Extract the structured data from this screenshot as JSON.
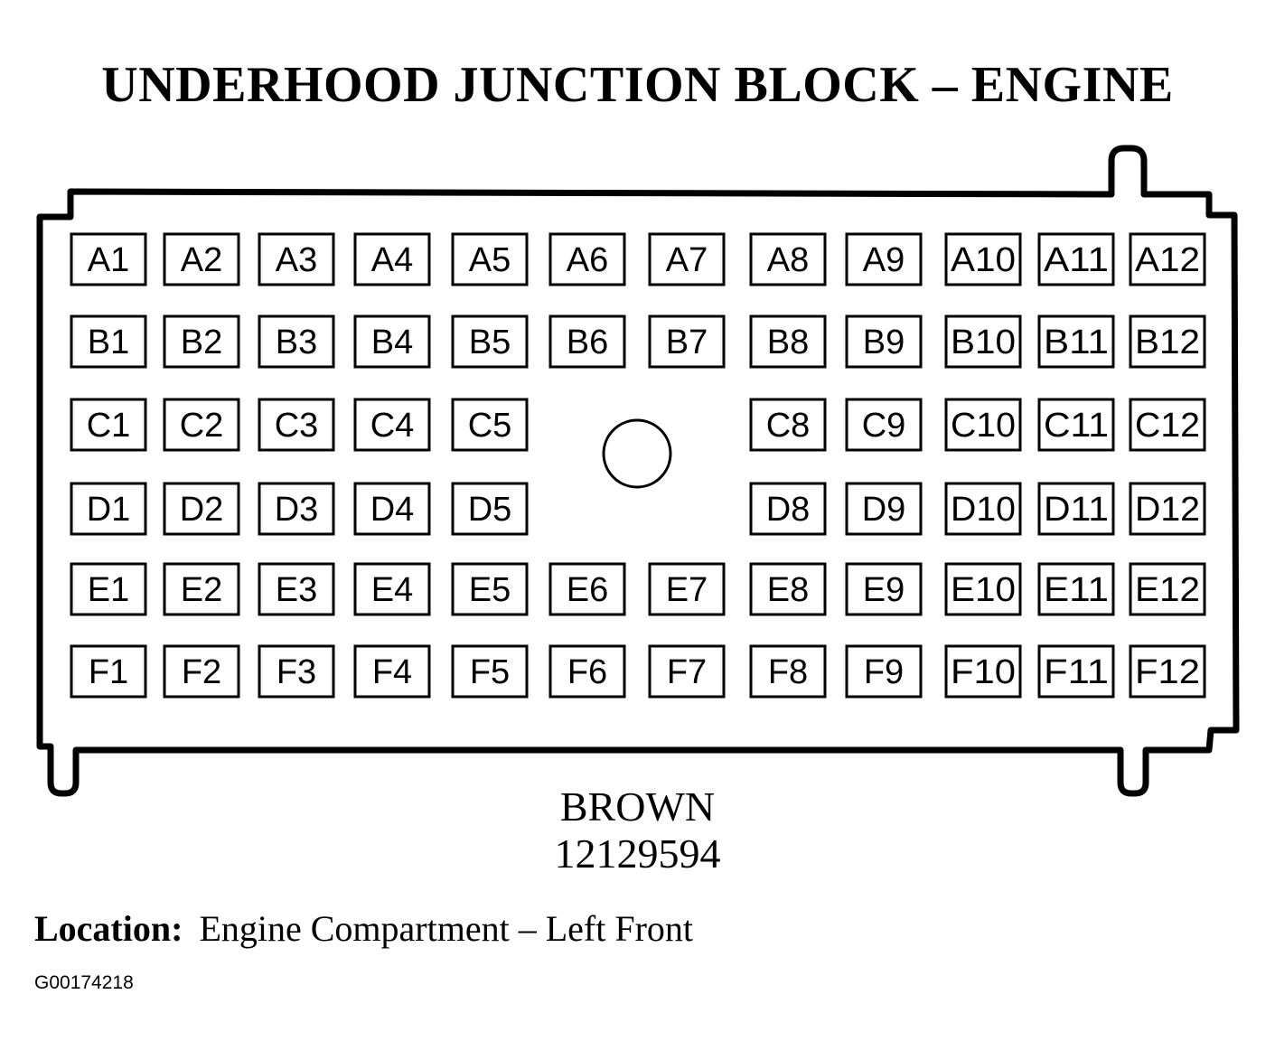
{
  "title": "UNDERHOOD JUNCTION BLOCK – ENGINE",
  "connector": {
    "color": "BROWN",
    "part_number": "12129594",
    "rows": [
      [
        "A1",
        "A2",
        "A3",
        "A4",
        "A5",
        "A6",
        "A7",
        "A8",
        "A9",
        "A10",
        "A11",
        "A12"
      ],
      [
        "B1",
        "B2",
        "B3",
        "B4",
        "B5",
        "B6",
        "B7",
        "B8",
        "B9",
        "B10",
        "B11",
        "B12"
      ],
      [
        "C1",
        "C2",
        "C3",
        "C4",
        "C5",
        "",
        "",
        "C8",
        "C9",
        "C10",
        "C11",
        "C12"
      ],
      [
        "D1",
        "D2",
        "D3",
        "D4",
        "D5",
        "",
        "",
        "D8",
        "D9",
        "D10",
        "D11",
        "D12"
      ],
      [
        "E1",
        "E2",
        "E3",
        "E4",
        "E5",
        "E6",
        "E7",
        "E8",
        "E9",
        "E10",
        "E11",
        "E12"
      ],
      [
        "F1",
        "F2",
        "F3",
        "F4",
        "F5",
        "F6",
        "F7",
        "F8",
        "F9",
        "F10",
        "F11",
        "F12"
      ]
    ]
  },
  "location": {
    "label": "Location:",
    "value": "Engine Compartment – Left Front"
  },
  "figure_id": "G00174218"
}
